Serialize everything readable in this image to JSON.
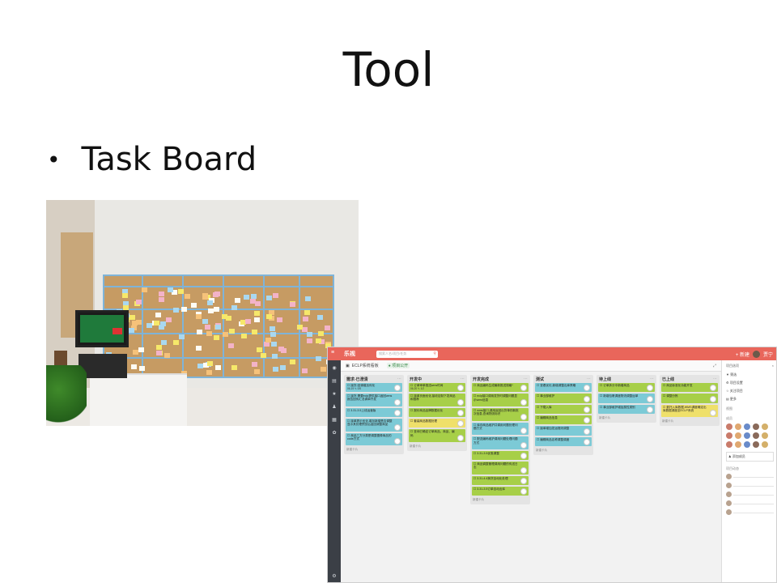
{
  "slide": {
    "title": "Tool",
    "bullet": "Task Board"
  },
  "colors": {
    "app_header": "#e9665b",
    "card_green": "#a7cf48",
    "card_blue": "#7ccad6",
    "card_yellow": "#efe06a",
    "sidebar": "#3b3f46"
  },
  "app": {
    "logo": "乐视",
    "search_placeholder": "搜索人名/项目/任务",
    "user_name": "贾宁",
    "create_label": "+ 新建",
    "board_name": "ECLP系统看板",
    "board_tag": "● 项目公开",
    "lanes": [
      {
        "name": "需求-已澄清",
        "count": "",
        "color": "blue",
        "cards": [
          {
            "text": "接货-回调增加传化",
            "meta": "06-19 ✎ 0/5",
            "color": "blue"
          },
          {
            "text": "接货-需要eclp提供接口返回wms报告回传汇总调单开发",
            "meta": "",
            "color": "blue"
          },
          {
            "text": "3.31-3.5上线运营版",
            "meta": "",
            "color": "blue"
          },
          {
            "text": "接单提示优化,增加新增是否调整显示其处理预览后返回调整商品",
            "meta": "",
            "color": "blue"
          },
          {
            "text": "商品三方分类是调整图像商品的code方式",
            "meta": "",
            "color": "blue"
          }
        ]
      },
      {
        "name": "开发中",
        "count": "",
        "color": "green",
        "cards": [
          {
            "text": "订单审单推送wms时间",
            "meta": "06-20 ✎ 1/2",
            "color": "green"
          },
          {
            "text": "接单页面优化,接收定制下发商品和推荐",
            "meta": "",
            "color": "green"
          },
          {
            "text": "报价商品品牌数据优化",
            "meta": "",
            "color": "green"
          },
          {
            "text": "套装商品数据处理",
            "meta": "",
            "color": "yellow"
          },
          {
            "text": "查询已确定订单商品、商品、编码",
            "meta": "",
            "color": "green"
          }
        ]
      },
      {
        "name": "开发完成",
        "count": "",
        "color": "green",
        "cards": [
          {
            "text": "商品编码生成最新推送规格*",
            "meta": "",
            "color": "green"
          },
          {
            "text": "eclp接口调用发货时调整问题显示wms信息",
            "meta": "",
            "color": "green"
          },
          {
            "text": "wms接口,调用返回出货单的新批次信息,查询物流标识",
            "meta": "",
            "color": "green"
          },
          {
            "text": "库存商品维护并调用问题处理问题方式",
            "meta": "",
            "color": "blue"
          },
          {
            "text": "配送编码维护调用问题处理问题方式",
            "meta": "",
            "color": "blue"
          },
          {
            "text": "3.31-3.5优惠调整",
            "meta": "",
            "color": "green"
          },
          {
            "text": "商品调整管理调用问题的传送日志",
            "meta": "",
            "color": "green"
          },
          {
            "text": "3.31-4.4换货自动化处理",
            "meta": "",
            "color": "green"
          },
          {
            "text": "3.31-3.5订单自动出库",
            "meta": "",
            "color": "green"
          }
        ]
      },
      {
        "name": "测试",
        "count": "",
        "color": "blue",
        "cards": [
          {
            "text": "查看优化,新增调整出库策略",
            "meta": "",
            "color": "blue"
          },
          {
            "text": "事业部维护",
            "meta": "",
            "color": "green"
          },
          {
            "text": "下载入库",
            "meta": "",
            "color": "green"
          },
          {
            "text": "编辑商品信息",
            "meta": "",
            "color": "green"
          },
          {
            "text": "接单增加发运规则调整",
            "meta": "",
            "color": "blue"
          },
          {
            "text": "编辑商品名称调整调度",
            "meta": "",
            "color": "blue"
          }
        ]
      },
      {
        "name": "待上线",
        "count": "",
        "color": "green",
        "cards": [
          {
            "text": "订单拆分中新增商品",
            "meta": "",
            "color": "green"
          },
          {
            "text": "新增包裹调度物流调整运单",
            "meta": "",
            "color": "blue"
          },
          {
            "text": "事业部维护增加属性类别",
            "meta": "",
            "color": "blue"
          }
        ]
      },
      {
        "name": "已上线",
        "count": "",
        "color": "green",
        "cards": [
          {
            "text": "商品标准化功能开发",
            "meta": "",
            "color": "green"
          },
          {
            "text": "调整分拣",
            "meta": "",
            "color": "green"
          },
          {
            "text": "委托入库数据,WMS调度确定出库数据调度至ECLP系统",
            "meta": "",
            "color": "yellow"
          }
        ]
      }
    ],
    "add_card_label": "新建卡片",
    "right_panel": {
      "title": "项目选项",
      "items": [
        "筛选",
        "项目设置",
        "关注项目",
        "更多"
      ],
      "section_view": "视图",
      "section_members": "成员",
      "add_member": "添加成员",
      "section_activity": "项目动态"
    }
  }
}
